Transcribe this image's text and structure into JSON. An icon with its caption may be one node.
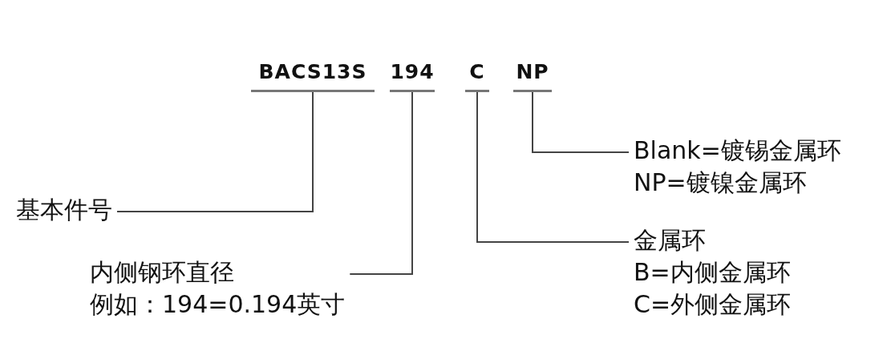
{
  "diagram": {
    "nodes": [
      {
        "text": [
          "BACS13S"
        ]
      },
      {
        "text": [
          "194"
        ]
      },
      {
        "text": [
          "C"
        ]
      },
      {
        "text": [
          "NP"
        ]
      },
      {
        "text": [
          "基本件号"
        ]
      },
      {
        "text": [
          "内侧钢环直径",
          "例如：194=0.194英寸"
        ]
      },
      {
        "text": [
          "金属环",
          "B=内侧金属环",
          "C=外侧金属环"
        ]
      },
      {
        "text": [
          "Blank=镀锡金属环",
          "NP=镀镍金属环"
        ]
      }
    ],
    "edges": [
      {
        "from": 4,
        "to": 0,
        "arrow": "none"
      },
      {
        "from": 5,
        "to": 1,
        "arrow": "none"
      },
      {
        "from": 6,
        "to": 2,
        "arrow": "none"
      },
      {
        "from": 7,
        "to": 3,
        "arrow": "none"
      }
    ]
  }
}
